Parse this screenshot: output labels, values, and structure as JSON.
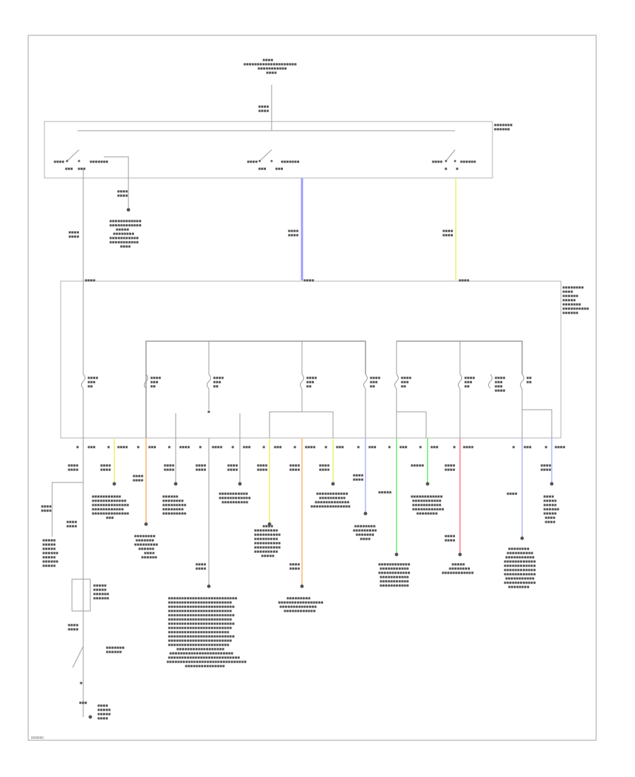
{
  "colors": {
    "blue": "#9a9cff",
    "yellow": "#eef590",
    "orange": "#ffc690",
    "green": "#8ff08f",
    "pink": "#ff9aaa",
    "lavender": "#c4c6ff",
    "line": "#9a9a9a"
  },
  "labels": {
    "diagram_id": "0000000"
  },
  "wires": [
    {
      "id": "ignition-blue",
      "color": "blue"
    },
    {
      "id": "ignition-yellow",
      "color": "yellow"
    },
    {
      "id": "branch-yellow-1",
      "color": "yellow"
    },
    {
      "id": "branch-orange-1",
      "color": "orange"
    },
    {
      "id": "branch-yellow-2",
      "color": "yellow"
    },
    {
      "id": "branch-orange-2",
      "color": "orange"
    },
    {
      "id": "branch-yellow-3",
      "color": "yellow"
    },
    {
      "id": "branch-blue-1",
      "color": "lavender"
    },
    {
      "id": "branch-green-1",
      "color": "green"
    },
    {
      "id": "branch-green-2",
      "color": "green"
    },
    {
      "id": "branch-pink",
      "color": "pink"
    },
    {
      "id": "branch-blue-2",
      "color": "lavender"
    },
    {
      "id": "branch-blue-3",
      "color": "lavender"
    }
  ]
}
